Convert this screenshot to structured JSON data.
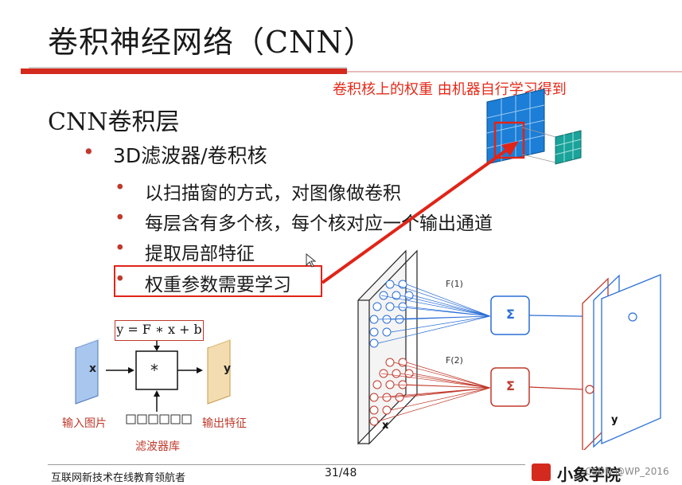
{
  "slide": {
    "title": "卷积神经网络（CNN）",
    "annotation": "卷积核上的权重 由机器自行学习得到",
    "section": "CNN卷积层",
    "bullet_main": "3D滤波器/卷积核",
    "bullet_dot": "•",
    "sub_bullets": [
      "以扫描窗的方式，对图像做卷积",
      "每层含有多个核，每个核对应一个输出通道",
      "提取局部特征",
      "权重参数需要学习"
    ]
  },
  "left_diagram": {
    "formula": "y = F ∗ x + b",
    "input_symbol": "x",
    "op_symbol": "*",
    "output_symbol": "y",
    "input_label": "输入图片",
    "output_label": "输出特征",
    "filter_label": "滤波器库"
  },
  "right_diagram": {
    "filter1_label": "F(1)",
    "filter2_label": "F(2)",
    "sum_symbol": "Σ",
    "input_label": "x",
    "output_label": "y"
  },
  "footer": {
    "left_text": "互联网新技术在线教育领航者",
    "page": "31/48",
    "brand": "小象学院",
    "watermark": "CSDN @WP_2016"
  },
  "colors": {
    "accent_red": "#d42a1e",
    "blue": "#2a6fd6",
    "dark_red": "#c0392b",
    "teal": "#2a9d8f"
  }
}
